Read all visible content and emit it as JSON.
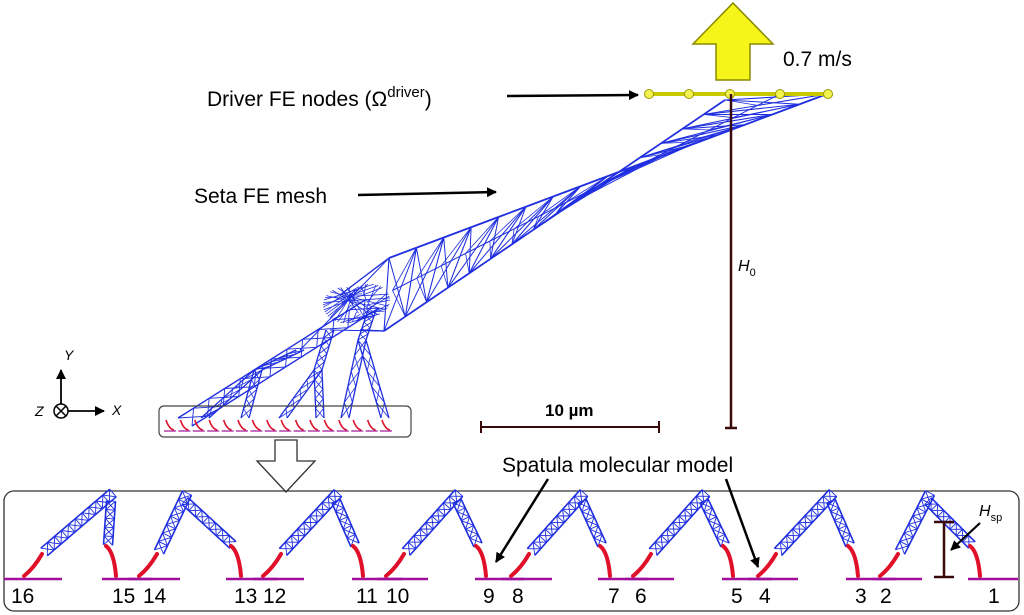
{
  "annotations": {
    "velocity": "0.7 m/s",
    "driver_nodes_main": "Driver FE nodes (Ω",
    "driver_nodes_sup": "driver",
    "driver_nodes_close": ")",
    "seta_mesh": "Seta FE mesh",
    "spatula_model": "Spatula molecular model",
    "scale_bar": "10 µm",
    "h0_main": "H",
    "h0_sub": "0",
    "hsp_main": "H",
    "hsp_sub": "sp"
  },
  "axes": {
    "y": "Y",
    "x": "X",
    "z": "Z"
  },
  "spatula_numbers": [
    "16",
    "15",
    "14",
    "13",
    "12",
    "11",
    "10",
    "9",
    "8",
    "7",
    "6",
    "5",
    "4",
    "3",
    "2",
    "1"
  ],
  "colors": {
    "mesh": "#1f2fe0",
    "spatula": "#e0102a",
    "substrate": "#a0109a",
    "driver_line": "#c8c800",
    "driver_node": "#f2f250",
    "arrow_fill": "#f5f51a",
    "dim_line": "#3a0a0a"
  }
}
